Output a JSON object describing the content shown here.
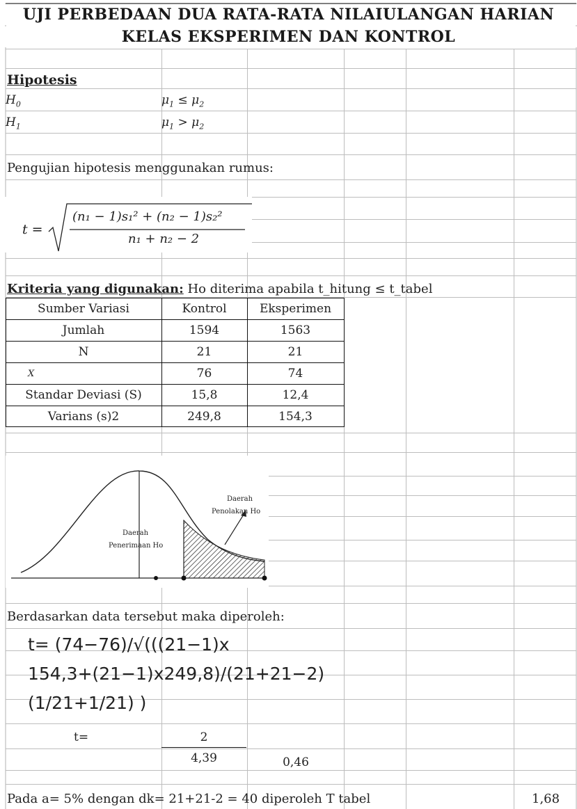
{
  "title": {
    "line1": "UJI PERBEDAAN DUA RATA-RATA NILAIULANGAN HARIAN",
    "line2": "KELAS EKSPERIMEN DAN KONTROL"
  },
  "hipotesis": {
    "heading": "Hipotesis",
    "h0_label": "H",
    "h0_sub": "0",
    "h0_rel": "≤",
    "h1_label": "H",
    "h1_sub": "1",
    "h1_rel": ">",
    "mu": "μ",
    "sub1": "1",
    "sub2": "2"
  },
  "pengujian": "Pengujian hipotesis menggunakan rumus:",
  "formula": {
    "lhs": "t =",
    "numerator": "(n₁ − 1)s₁² + (n₂ − 1)s₂²",
    "denominator": "n₁ + n₂ − 2"
  },
  "kriteria": {
    "label": "Kriteria yang digunakan:",
    "text": " Ho diterima apabila t_hitung ≤ t_tabel"
  },
  "table": {
    "headers": [
      "Sumber Variasi",
      "Kontrol",
      "Eksperimen"
    ],
    "rows": [
      [
        "Jumlah",
        "1594",
        "1563"
      ],
      [
        "N",
        "21",
        "21"
      ],
      [
        "X",
        "76",
        "74"
      ],
      [
        "Standar Deviasi (S)",
        "15,8",
        "12,4"
      ],
      [
        "Varians (s)2",
        "249,8",
        "154,3"
      ]
    ]
  },
  "figure": {
    "accept_line1": "Daerah",
    "accept_line2": "Penerimaan Ho",
    "reject_line1": "Daerah",
    "reject_line2": "Penolakan Ho"
  },
  "berdasarkan": "Berdasarkan data tersebut maka diperoleh:",
  "calc": {
    "line1": "t= (74−76)/√(((21−1)x",
    "line2": "154,3+(21−1)x249,8)/(21+21−2)",
    "line3": "(1/21+1/21)  )"
  },
  "result": {
    "t_label": "t=",
    "numerator": "2",
    "denominator": "4,39",
    "value": "0,46"
  },
  "footer": {
    "text": "Pada a= 5% dengan dk= 21+21-2 = 40 diperoleh T tabel",
    "value": "1,68"
  }
}
